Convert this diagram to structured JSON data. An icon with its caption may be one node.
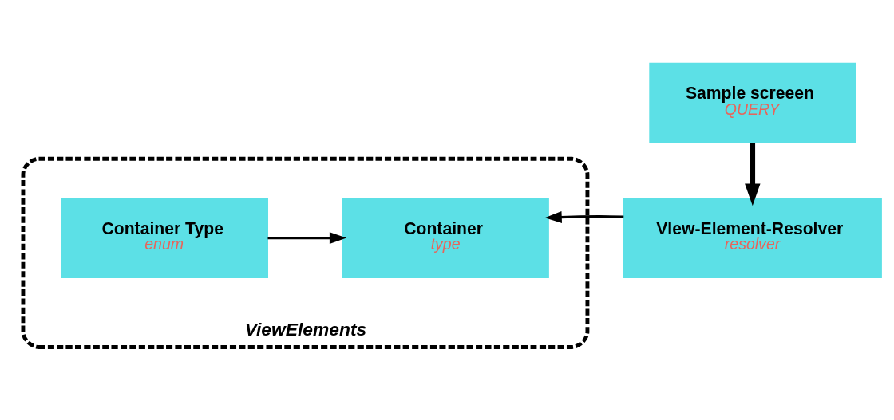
{
  "diagram": {
    "nodes": [
      {
        "text": [
          "ViewElements"
        ]
      },
      {
        "text": [
          "Container Type",
          "enum"
        ],
        "in": 0
      },
      {
        "text": [
          "Container",
          "type"
        ],
        "in": 0
      },
      {
        "text": [
          "VIew-Element-Resolver",
          "resolver"
        ]
      },
      {
        "text": [
          "Sample screeen",
          "QUERY"
        ]
      }
    ],
    "edges": [
      {
        "from": 1,
        "to": 2,
        "arrow": "to"
      },
      {
        "from": 3,
        "to": 2,
        "arrow": "to"
      },
      {
        "from": 4,
        "to": 3,
        "arrow": "to",
        "style": "thick"
      }
    ]
  }
}
